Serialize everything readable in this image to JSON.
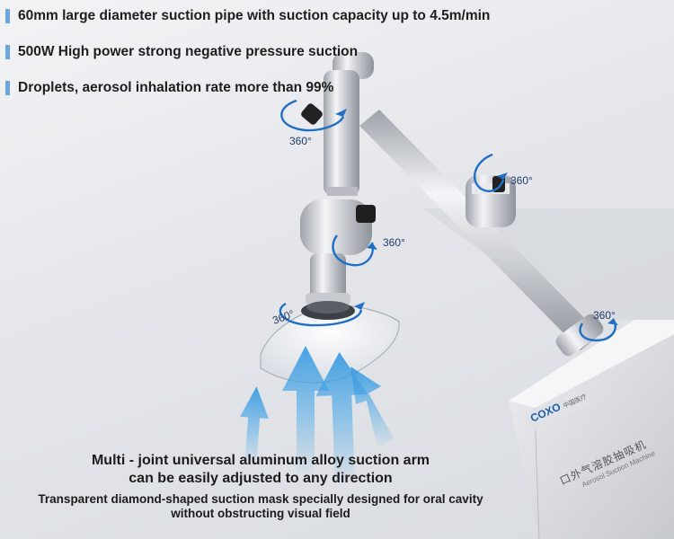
{
  "features": [
    {
      "text": "60mm large diameter suction pipe with suction capacity up to 4.5m/min"
    },
    {
      "text": "500W High power strong negative pressure suction"
    },
    {
      "text": "Droplets, aerosol inhalation rate more than 99%"
    }
  ],
  "rotation_label": "360°",
  "caption": {
    "line1": "Multi - joint universal aluminum alloy suction arm",
    "line2": "can be easily adjusted to any direction",
    "line3": "Transparent diamond-shaped suction mask specially designed for oral cavity",
    "line4": "without obstructing visual field"
  },
  "device": {
    "brand": "COXO",
    "brand_cn": "中国医疗",
    "name_cn": "口外气溶胶抽吸机",
    "name_en": "Aerosol Suction Machine"
  },
  "colors": {
    "bullet": "#6aa5dc",
    "rotation_arrow": "#1f6fc4",
    "airflow": "#4aa8e8"
  },
  "icons": [
    "rotation-arrow-icon",
    "airflow-arrow-icon",
    "knob-icon"
  ]
}
